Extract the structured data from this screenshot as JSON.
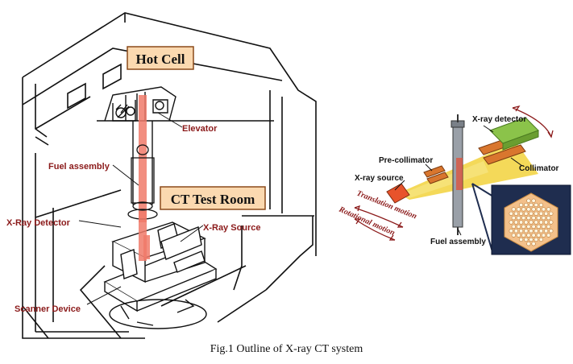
{
  "left_figure": {
    "box_hot_cell": "Hot Cell",
    "box_ct_test_room": "CT Test Room",
    "label_elevator": "Elevator",
    "label_fuel_assembly": "Fuel assembly",
    "label_xray_detector": "X-Ray Detector",
    "label_xray_source": "X-Ray Source",
    "label_scanner_device": "Scanner Device"
  },
  "right_figure": {
    "label_xray_detector": "X-ray detector",
    "label_pre_collimator": "Pre-collimator",
    "label_collimator": "Collimator",
    "label_xray_source": "X-ray source",
    "label_translation_motion": "Translation motion",
    "label_rotational_motion": "Rotational motion",
    "label_fuel_assembly": "Fuel assembly"
  },
  "caption": "Fig.1 Outline of X-ray CT system",
  "colors": {
    "label_red": "#8b1a1a",
    "box_fill": "#fbd9b0",
    "beam_red": "#f07a6a",
    "fan_yellow": "#f2d23c",
    "detector_green": "#8bc34a",
    "cross_section_bg": "#1f2d4f"
  }
}
